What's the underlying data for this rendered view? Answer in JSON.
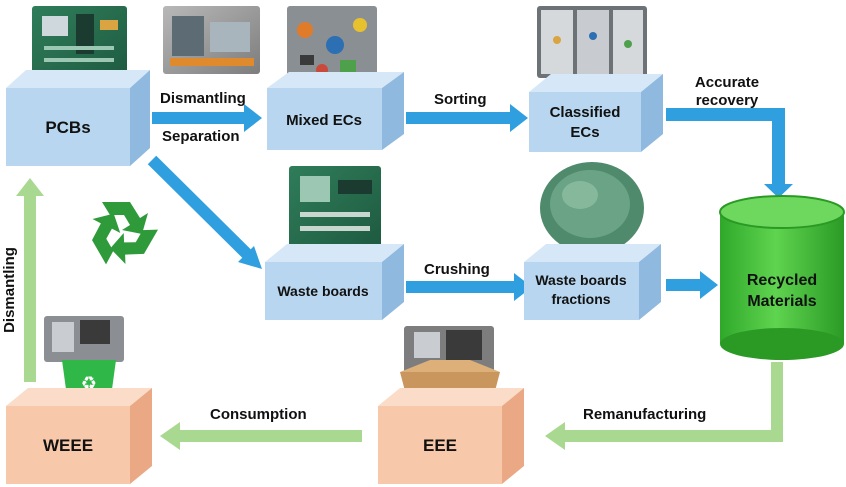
{
  "nodes": {
    "pcbs": "PCBs",
    "mixed_ecs": "Mixed ECs",
    "classified_ecs": [
      "Classified",
      "ECs"
    ],
    "waste_boards": "Waste boards",
    "waste_fractions": [
      "Waste boards",
      "fractions"
    ],
    "recycled": [
      "Recycled",
      "Materials"
    ],
    "eee": "EEE",
    "weee": "WEEE"
  },
  "edges": {
    "dismantling_top": "Dismantling",
    "separation": "Separation",
    "sorting": "Sorting",
    "accurate_recovery": [
      "Accurate",
      "recovery"
    ],
    "crushing": "Crushing",
    "remanufacturing": "Remanufacturing",
    "consumption": "Consumption",
    "dismantling_vertical": "Dismantling"
  },
  "colors": {
    "blue_box_front": "#b8d6ef",
    "blue_box_top": "#d6e8f7",
    "blue_box_side": "#8fb9df",
    "peach_box_front": "#f7c8a9",
    "peach_box_top": "#fbdcc8",
    "peach_box_side": "#eaa984",
    "blue_arrow": "#2f9fe0",
    "green_arrow": "#a9d890",
    "cylinder_body": "#3cbd35",
    "recycle_symbol": "#2e9a3a"
  }
}
